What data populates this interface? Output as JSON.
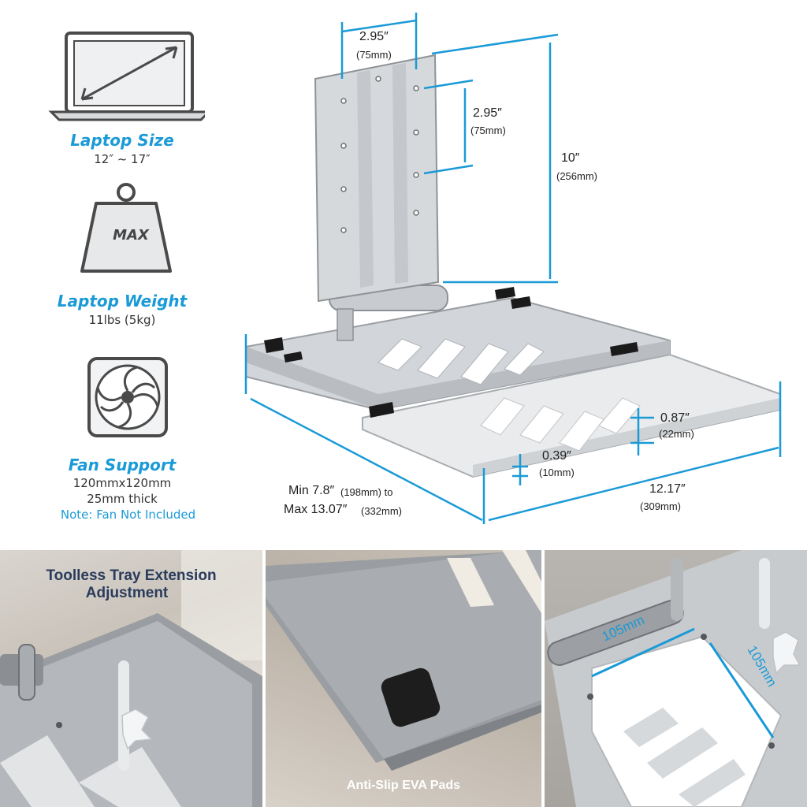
{
  "features": {
    "laptop_size": {
      "title": "Laptop Size",
      "value": "12″ ~ 17″",
      "icon": "laptop-icon"
    },
    "laptop_weight": {
      "title": "Laptop Weight",
      "value": "11lbs (5kg)",
      "weight_label": "MAX",
      "icon": "weight-icon"
    },
    "fan_support": {
      "title": "Fan Support",
      "line1": "120mmx120mm",
      "line2": "25mm thick",
      "note": "Note: Fan Not Included",
      "icon": "fan-icon"
    }
  },
  "dimensions": {
    "top_width": {
      "value": "2.95″",
      "sub": "(75mm)"
    },
    "hole_spacing": {
      "value": "2.95″",
      "sub": "(75mm)"
    },
    "height": {
      "value": "10″",
      "sub": "(256mm)"
    },
    "lip_height": {
      "value": "0.87″",
      "sub": "(22mm)"
    },
    "tray_thickness": {
      "value": "0.39″",
      "sub": "(10mm)"
    },
    "depth_line1": "Min 7.8″",
    "depth_line1_sub": "(198mm) to",
    "depth_line2": "Max 13.07″",
    "depth_line2_sub": "(332mm)",
    "width": {
      "value": "12.17″",
      "sub": "(309mm)"
    }
  },
  "panels": {
    "panel1": {
      "caption_line1": "Toolless Tray Extension",
      "caption_line2": "Adjustment"
    },
    "panel2": {
      "caption": "Anti-Slip EVA Pads"
    },
    "panel3": {
      "dim_horizontal": "105mm",
      "dim_vertical": "105mm"
    }
  },
  "colors": {
    "accent": "#1a9ad6",
    "icon_stroke": "#4a4a4a",
    "metal": "#c9ccd0",
    "caption_dark": "#2a3b5c"
  }
}
